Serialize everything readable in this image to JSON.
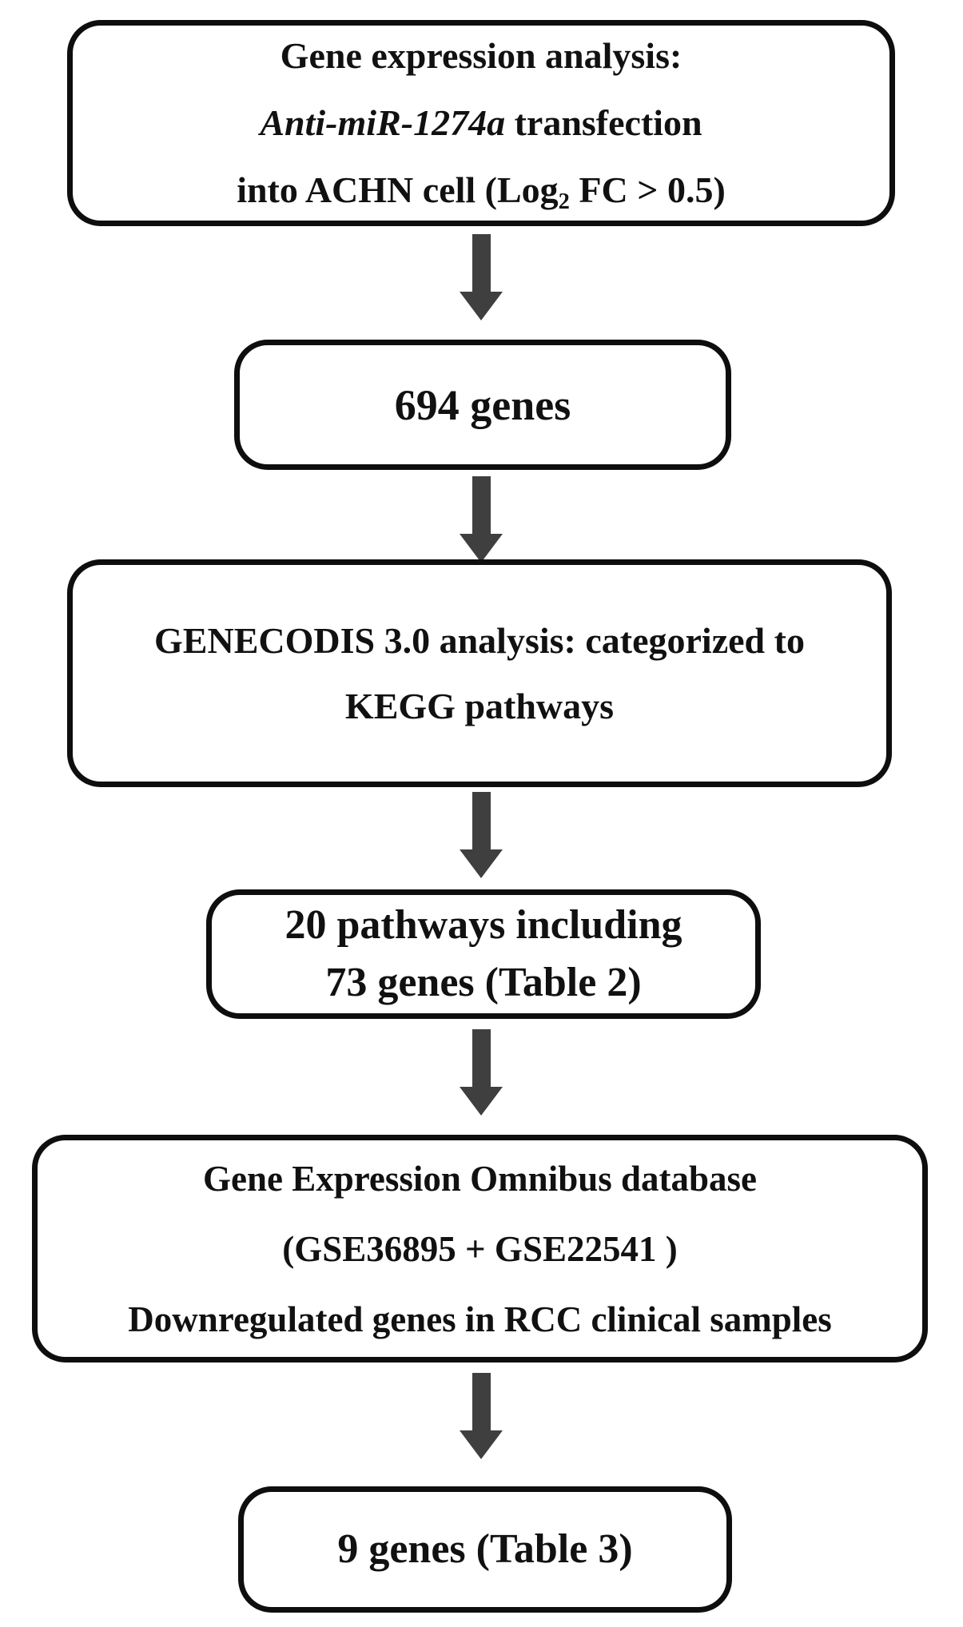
{
  "diagram": {
    "type": "flowchart",
    "direction": "top-down",
    "colors": {
      "border": "#0e0e0e",
      "arrow": "#3f3f3f",
      "background": "#ffffff",
      "text": "#111111"
    },
    "arrow_count": 5,
    "boxes": [
      {
        "name": "gene-expression-analysis",
        "lines": [
          [
            {
              "t": "Gene expression analysis:"
            }
          ],
          [
            {
              "t": "Anti-miR-1274a",
              "italic": true
            },
            {
              "t": " transfection"
            }
          ],
          [
            {
              "t": "into ACHN cell (Log"
            },
            {
              "t": "2",
              "sub": true
            },
            {
              "t": " FC > 0.5)"
            }
          ]
        ]
      },
      {
        "name": "genes-694",
        "lines": [
          [
            {
              "t": "694 genes"
            }
          ]
        ]
      },
      {
        "name": "genecodis-kegg-analysis",
        "lines": [
          [
            {
              "t": "GENECODIS 3.0 analysis: categorized to"
            }
          ],
          [
            {
              "t": "KEGG pathways"
            }
          ]
        ]
      },
      {
        "name": "pathways-20-genes-73",
        "lines": [
          [
            {
              "t": "20 pathways including"
            }
          ],
          [
            {
              "t": "73 genes (Table 2)"
            }
          ]
        ]
      },
      {
        "name": "geo-database-downregulated",
        "lines": [
          [
            {
              "t": "Gene Expression Omnibus database"
            }
          ],
          [
            {
              "t": "(GSE36895 + GSE22541 )"
            }
          ],
          [
            {
              "t": "Downregulated genes in RCC clinical samples"
            }
          ]
        ]
      },
      {
        "name": "genes-9",
        "lines": [
          [
            {
              "t": "9 genes (Table 3)"
            }
          ]
        ]
      }
    ]
  }
}
